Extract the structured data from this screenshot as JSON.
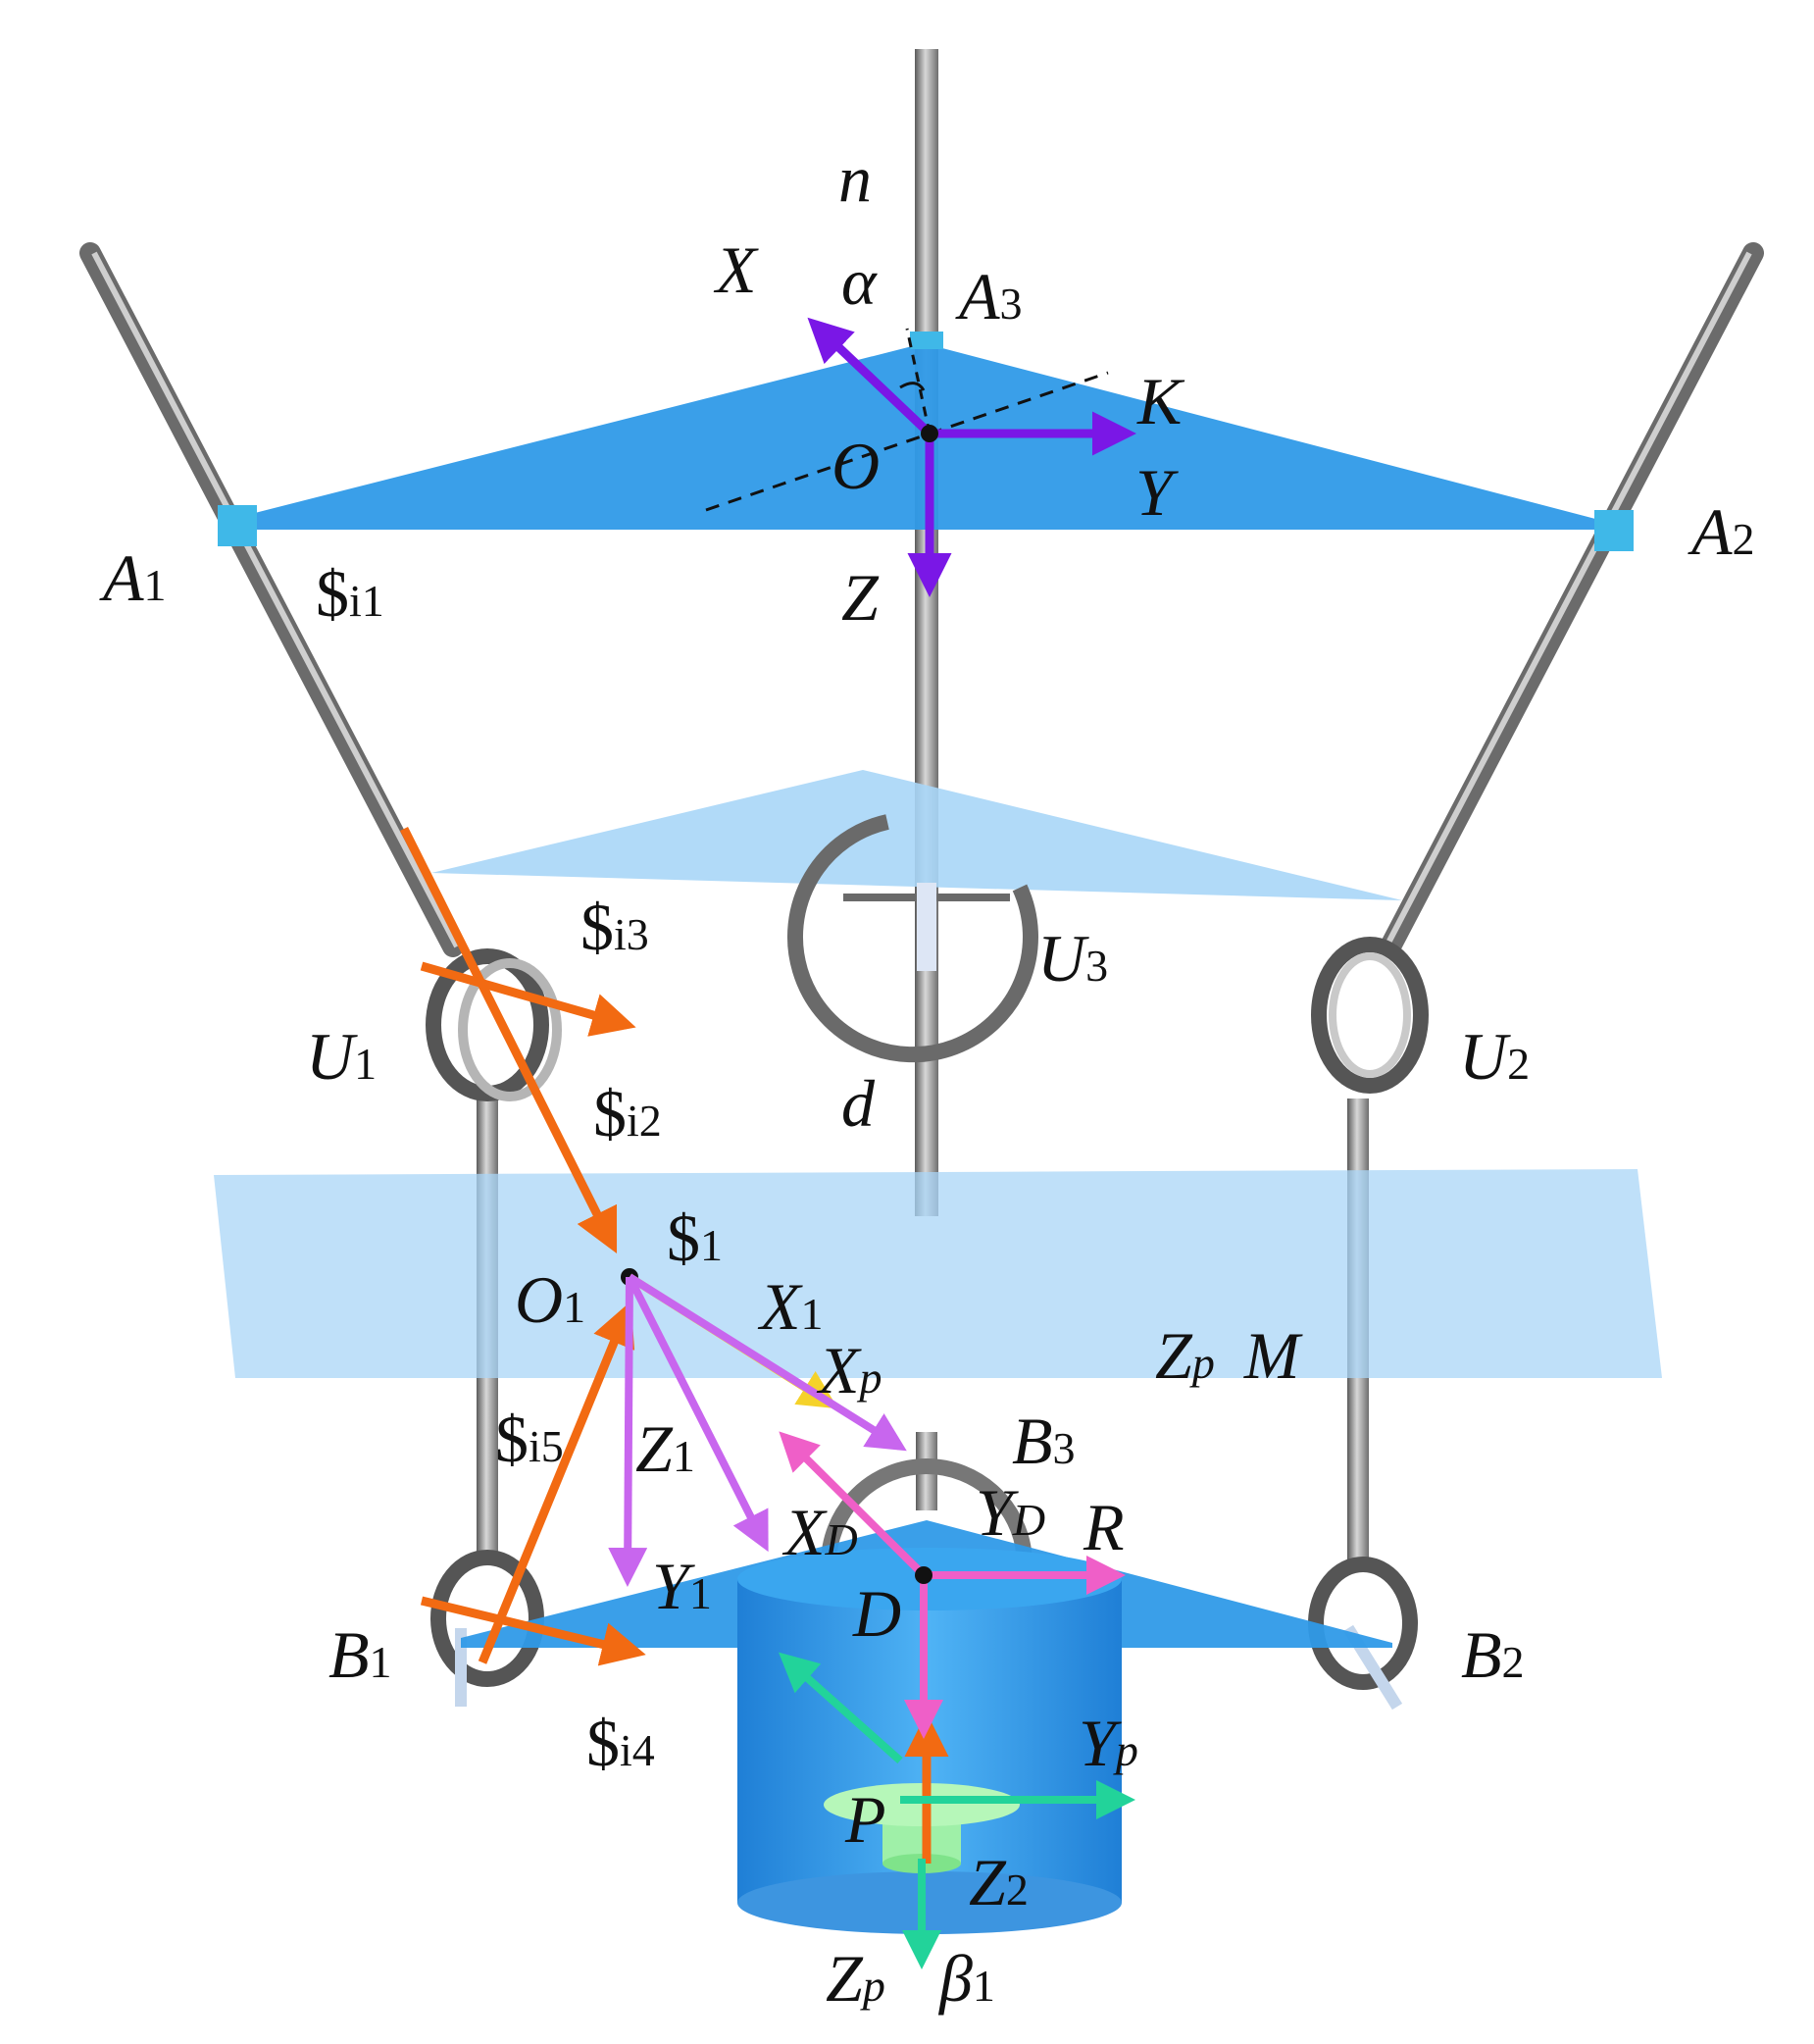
{
  "labels": {
    "n": "n",
    "X": "X",
    "alpha": "α",
    "A3": {
      "main": "A",
      "sub": "3"
    },
    "K": "K",
    "O": "O",
    "Y": "Y",
    "Z": "Z",
    "A1": {
      "main": "A",
      "sub": "1"
    },
    "A2": {
      "main": "A",
      "sub": "2"
    },
    "si1": {
      "main": "$",
      "sub": "i1"
    },
    "si3": {
      "main": "$",
      "sub": "i3"
    },
    "si2": {
      "main": "$",
      "sub": "i2"
    },
    "U1": {
      "main": "U",
      "sub": "1"
    },
    "U2": {
      "main": "U",
      "sub": "2"
    },
    "U3": {
      "main": "U",
      "sub": "3"
    },
    "d": "d",
    "s1": {
      "main": "$",
      "sub": "1"
    },
    "O1": {
      "main": "O",
      "sub": "1"
    },
    "X1": {
      "main": "X",
      "sub": "1"
    },
    "Xp": {
      "main": "X",
      "sub": "p"
    },
    "ZpM": {
      "main": "Z",
      "sub": "p",
      "tail": "M"
    },
    "si5": {
      "main": "$",
      "sub": "i5"
    },
    "Z1": {
      "main": "Z",
      "sub": "1"
    },
    "B3": {
      "main": "B",
      "sub": "3"
    },
    "XD": {
      "main": "X",
      "sub": "D"
    },
    "YD": {
      "main": "Y",
      "sub": "D"
    },
    "R": "R",
    "Y1": {
      "main": "Y",
      "sub": "1"
    },
    "D": "D",
    "B1": {
      "main": "B",
      "sub": "1"
    },
    "B2": {
      "main": "B",
      "sub": "2"
    },
    "si4": {
      "main": "$",
      "sub": "i4"
    },
    "Yp": {
      "main": "Y",
      "sub": "p"
    },
    "P": "P",
    "Z2": {
      "main": "Z",
      "sub": "2"
    },
    "Zp_bottom": {
      "main": "Z",
      "sub": "p"
    },
    "beta1": {
      "main": "β",
      "sub": "1"
    }
  },
  "colors": {
    "platform_blue": "#2f9ae8",
    "pale_blue": "#a9d6f7",
    "rod_gray": "#8a8a8a",
    "purple_axes": "#7a17e6",
    "orange_screws": "#f26a12",
    "magenta_axes": "#c866ee",
    "pink_axes": "#ef5fc8",
    "yellow_axis": "#f5d22a",
    "green_axes": "#22d39a"
  },
  "icons": [
    "universal-joint-icon",
    "cylinder-body-icon",
    "end-effector-icon"
  ]
}
